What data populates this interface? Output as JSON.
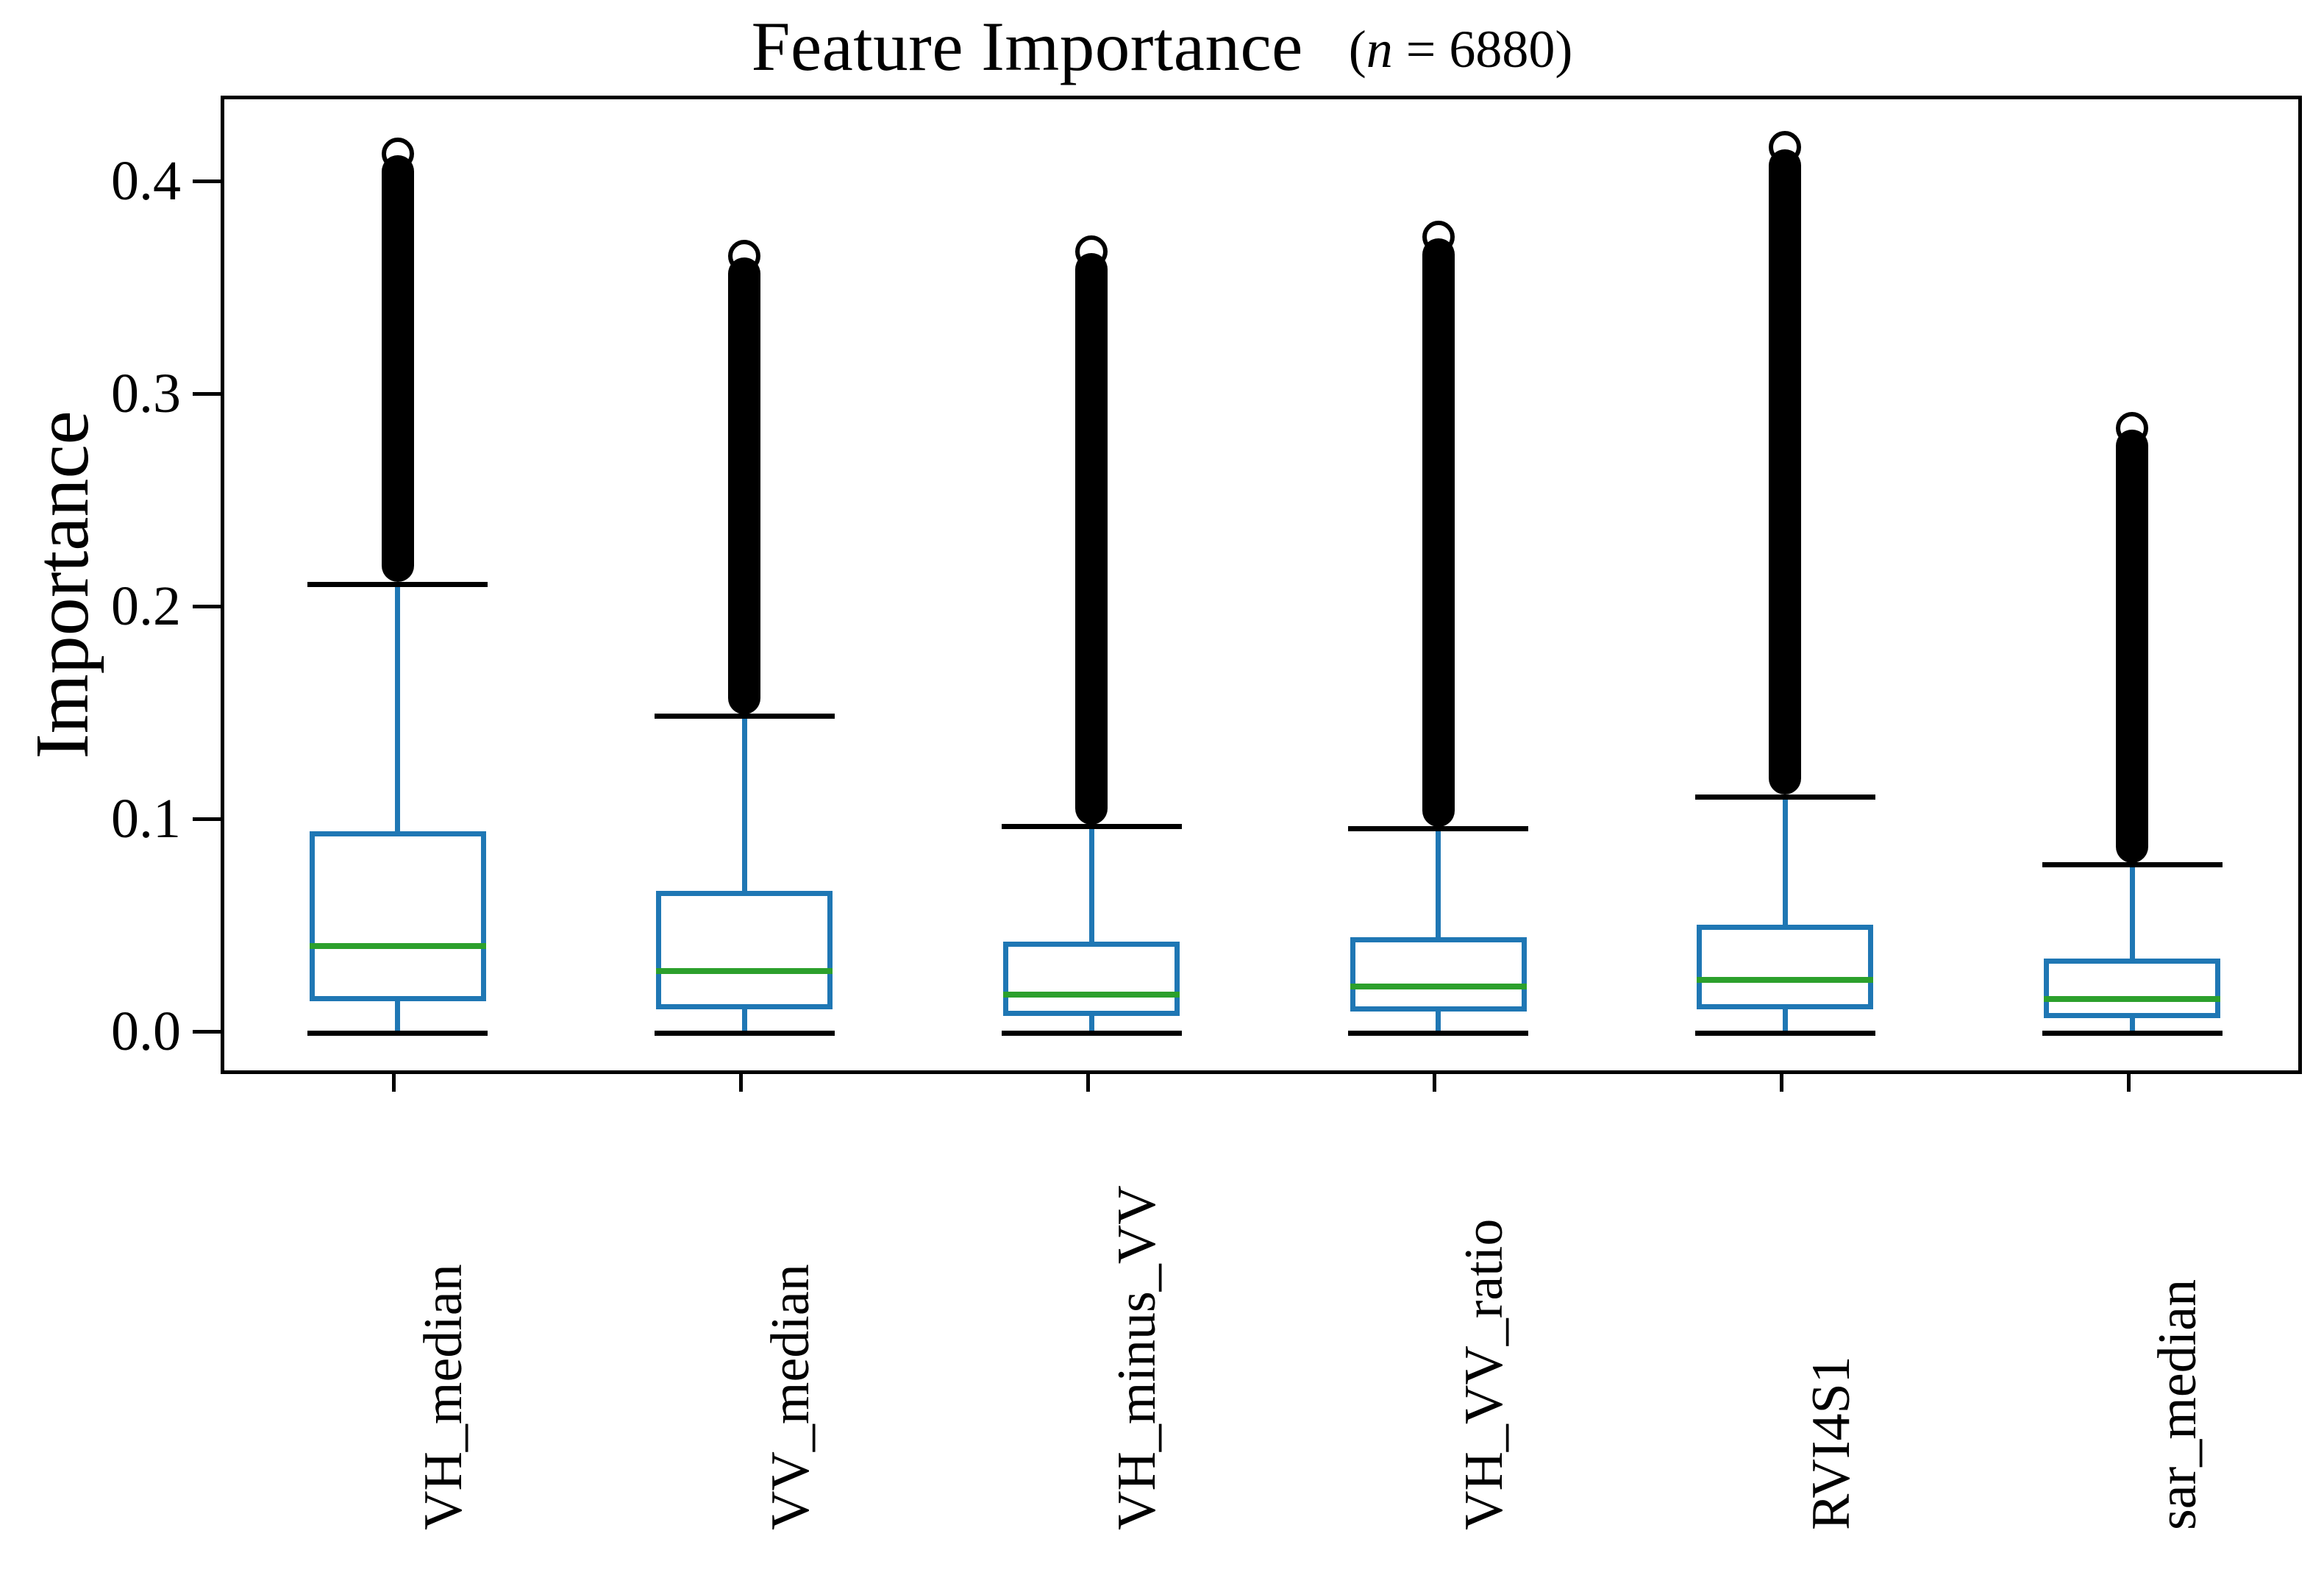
{
  "chart_data": {
    "type": "box",
    "title": "Feature Importance",
    "subtitle": "(n = 6880)",
    "sample_size": 6880,
    "xlabel": "",
    "ylabel": "Importance",
    "ylim": [
      -0.02,
      0.44
    ],
    "yticks": [
      0.0,
      0.1,
      0.2,
      0.3,
      0.4
    ],
    "ytick_labels": [
      "0.0",
      "0.1",
      "0.2",
      "0.3",
      "0.4"
    ],
    "grid": false,
    "legend": "none",
    "box_color": "#1f77b4",
    "median_color": "#2ca02c",
    "outlier_color": "#000000",
    "cap_color": "#000000",
    "categories": [
      "VH_median",
      "VV_median",
      "VH_minus_VV",
      "VH_VV_ratio",
      "RVI4S1",
      "sar_median"
    ],
    "boxes": [
      {
        "label": "VH_median",
        "whisker_low": 0.001,
        "q1": 0.016,
        "median": 0.042,
        "q3": 0.096,
        "whisker_high": 0.212,
        "outlier_max": 0.422,
        "outlier_min": 0.213
      },
      {
        "label": "VV_median",
        "whisker_low": 0.001,
        "q1": 0.012,
        "median": 0.03,
        "q3": 0.068,
        "whisker_high": 0.15,
        "outlier_max": 0.374,
        "outlier_min": 0.151
      },
      {
        "label": "VH_minus_VV",
        "whisker_low": 0.001,
        "q1": 0.009,
        "median": 0.019,
        "q3": 0.044,
        "whisker_high": 0.098,
        "outlier_max": 0.376,
        "outlier_min": 0.099
      },
      {
        "label": "VH_VV_ratio",
        "whisker_low": 0.001,
        "q1": 0.011,
        "median": 0.023,
        "q3": 0.046,
        "whisker_high": 0.097,
        "outlier_max": 0.383,
        "outlier_min": 0.098
      },
      {
        "label": "RVI4S1",
        "whisker_low": 0.001,
        "q1": 0.012,
        "median": 0.026,
        "q3": 0.052,
        "whisker_high": 0.112,
        "outlier_max": 0.425,
        "outlier_min": 0.113
      },
      {
        "label": "sar_median",
        "whisker_low": 0.001,
        "q1": 0.008,
        "median": 0.017,
        "q3": 0.036,
        "whisker_high": 0.08,
        "outlier_max": 0.293,
        "outlier_min": 0.081
      }
    ]
  }
}
